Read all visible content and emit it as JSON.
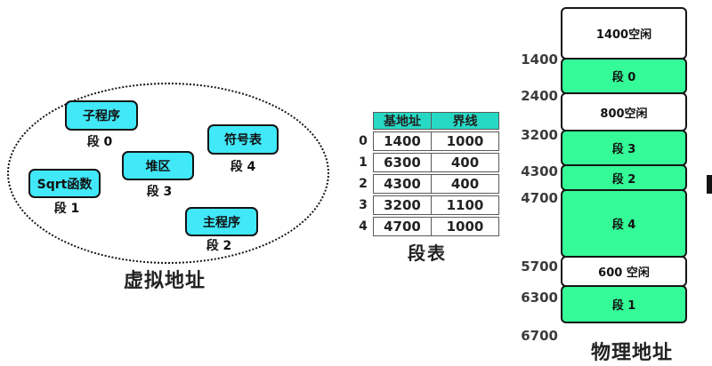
{
  "virtual_address": {
    "title": "虚拟地址",
    "segments": [
      {
        "box": "子程序",
        "label": "段 0"
      },
      {
        "box": "Sqrt函数",
        "label": "段 1"
      },
      {
        "box": "主程序",
        "label": "段 2"
      },
      {
        "box": "堆区",
        "label": "段 3"
      },
      {
        "box": "符号表",
        "label": "段 4"
      }
    ]
  },
  "segment_table": {
    "title": "段表",
    "headers": [
      "基地址",
      "界线"
    ],
    "rows": [
      {
        "index": "0",
        "base": "1400",
        "limit": "1000"
      },
      {
        "index": "1",
        "base": "6300",
        "limit": "400"
      },
      {
        "index": "2",
        "base": "4300",
        "limit": "400"
      },
      {
        "index": "3",
        "base": "3200",
        "limit": "1100"
      },
      {
        "index": "4",
        "base": "4700",
        "limit": "1000"
      }
    ]
  },
  "physical_memory": {
    "title": "物理地址",
    "blocks": [
      {
        "label": "1400空闲",
        "type": "free"
      },
      {
        "label": "段 0",
        "type": "segment"
      },
      {
        "label": "800空闲",
        "type": "free"
      },
      {
        "label": "段 3",
        "type": "segment"
      },
      {
        "label": "段 2",
        "type": "segment"
      },
      {
        "label": "段 4",
        "type": "segment"
      },
      {
        "label": "600 空闲",
        "type": "free"
      },
      {
        "label": "段 1",
        "type": "segment"
      }
    ],
    "boundaries": [
      "1400",
      "2400",
      "3200",
      "4300",
      "4700",
      "5700",
      "6300",
      "6700"
    ]
  },
  "colors": {
    "segment_box_cyan": "#40e8f8",
    "memory_segment_green": "#34fb97",
    "table_header_teal": "#27d9c5",
    "outline_black": "#141414"
  }
}
